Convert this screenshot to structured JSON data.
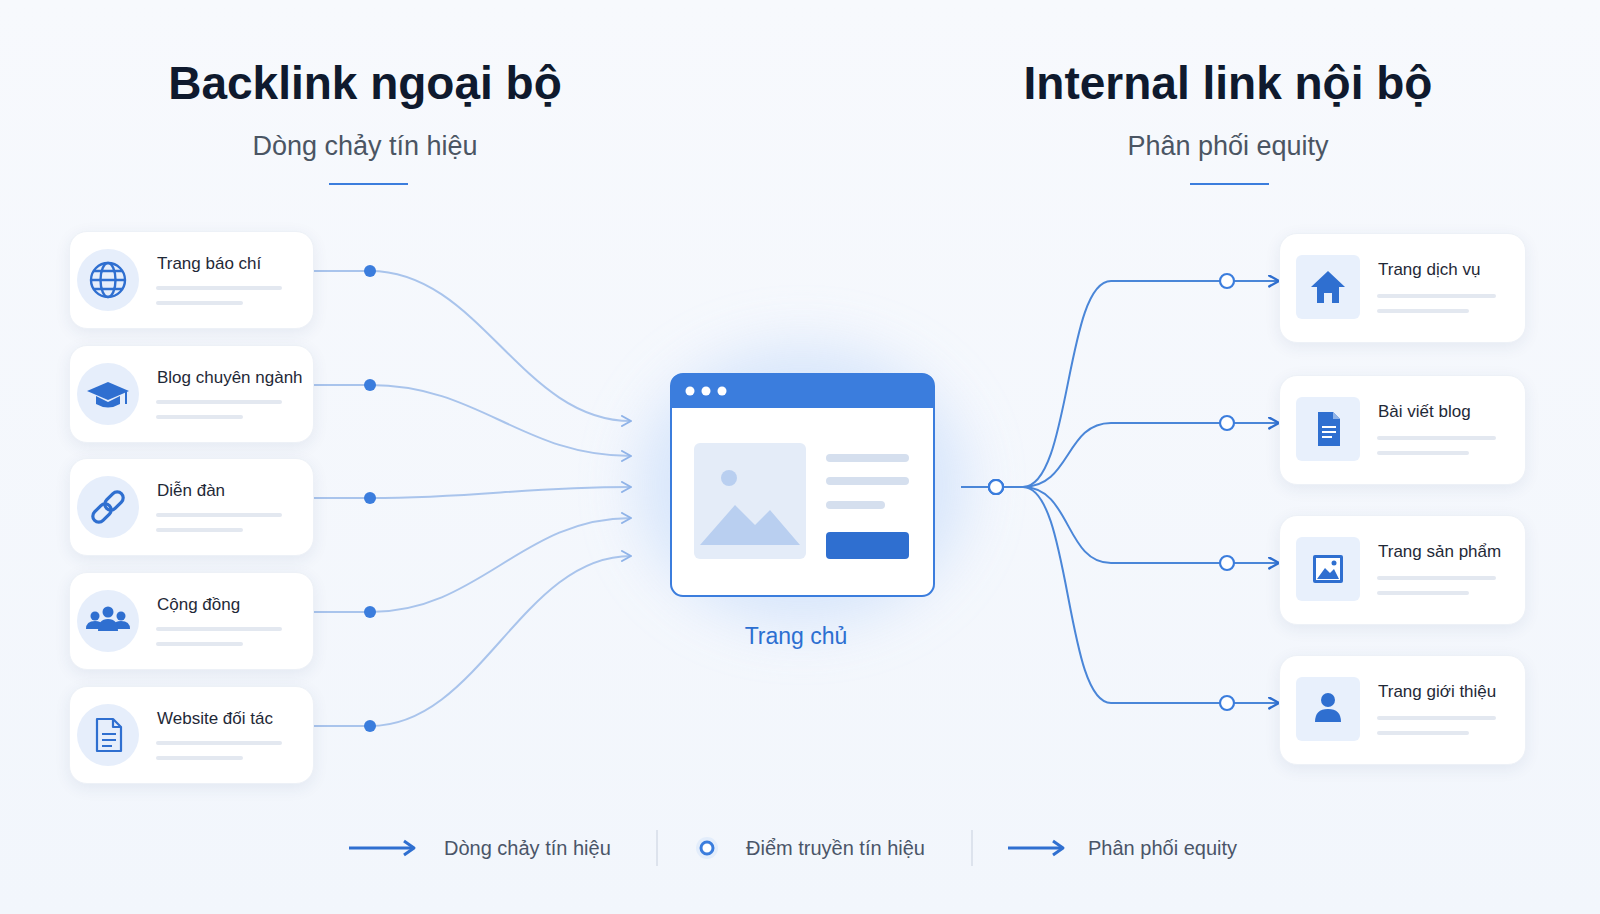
{
  "diagram": {
    "nodes": [
      {
        "text": [
          "Trang báo chí"
        ]
      },
      {
        "text": [
          "Blog chuyên ngành"
        ]
      },
      {
        "text": [
          "Diễn đàn"
        ]
      },
      {
        "text": [
          "Cộng đồng"
        ]
      },
      {
        "text": [
          "Website đối tác"
        ]
      },
      {
        "text": [
          "Trang chủ"
        ]
      },
      {
        "text": [
          "Trang dịch vụ"
        ]
      },
      {
        "text": [
          "Bài viết blog"
        ]
      },
      {
        "text": [
          "Trang sản phẩm"
        ]
      },
      {
        "text": [
          "Trang giới thiệu"
        ]
      }
    ],
    "edges": [
      {
        "from": 0,
        "to": 5,
        "arrow": "to"
      },
      {
        "from": 1,
        "to": 5,
        "arrow": "to"
      },
      {
        "from": 2,
        "to": 5,
        "arrow": "to"
      },
      {
        "from": 3,
        "to": 5,
        "arrow": "to"
      },
      {
        "from": 4,
        "to": 5,
        "arrow": "to"
      },
      {
        "from": 5,
        "to": 6,
        "arrow": "to"
      },
      {
        "from": 5,
        "to": 7,
        "arrow": "to"
      },
      {
        "from": 5,
        "to": 8,
        "arrow": "to"
      },
      {
        "from": 5,
        "to": 9,
        "arrow": "to"
      }
    ],
    "labels": [
      "Backlink ngoại bộ",
      "Dòng chảy tín hiệu",
      "Internal link nội bộ",
      "Phân phối equity"
    ],
    "legend": [
      {
        "text": "Dòng chảy tín hiệu"
      },
      {
        "text": "Điểm truyền tín hiệu"
      },
      {
        "text": "Phân phối equity"
      }
    ]
  }
}
